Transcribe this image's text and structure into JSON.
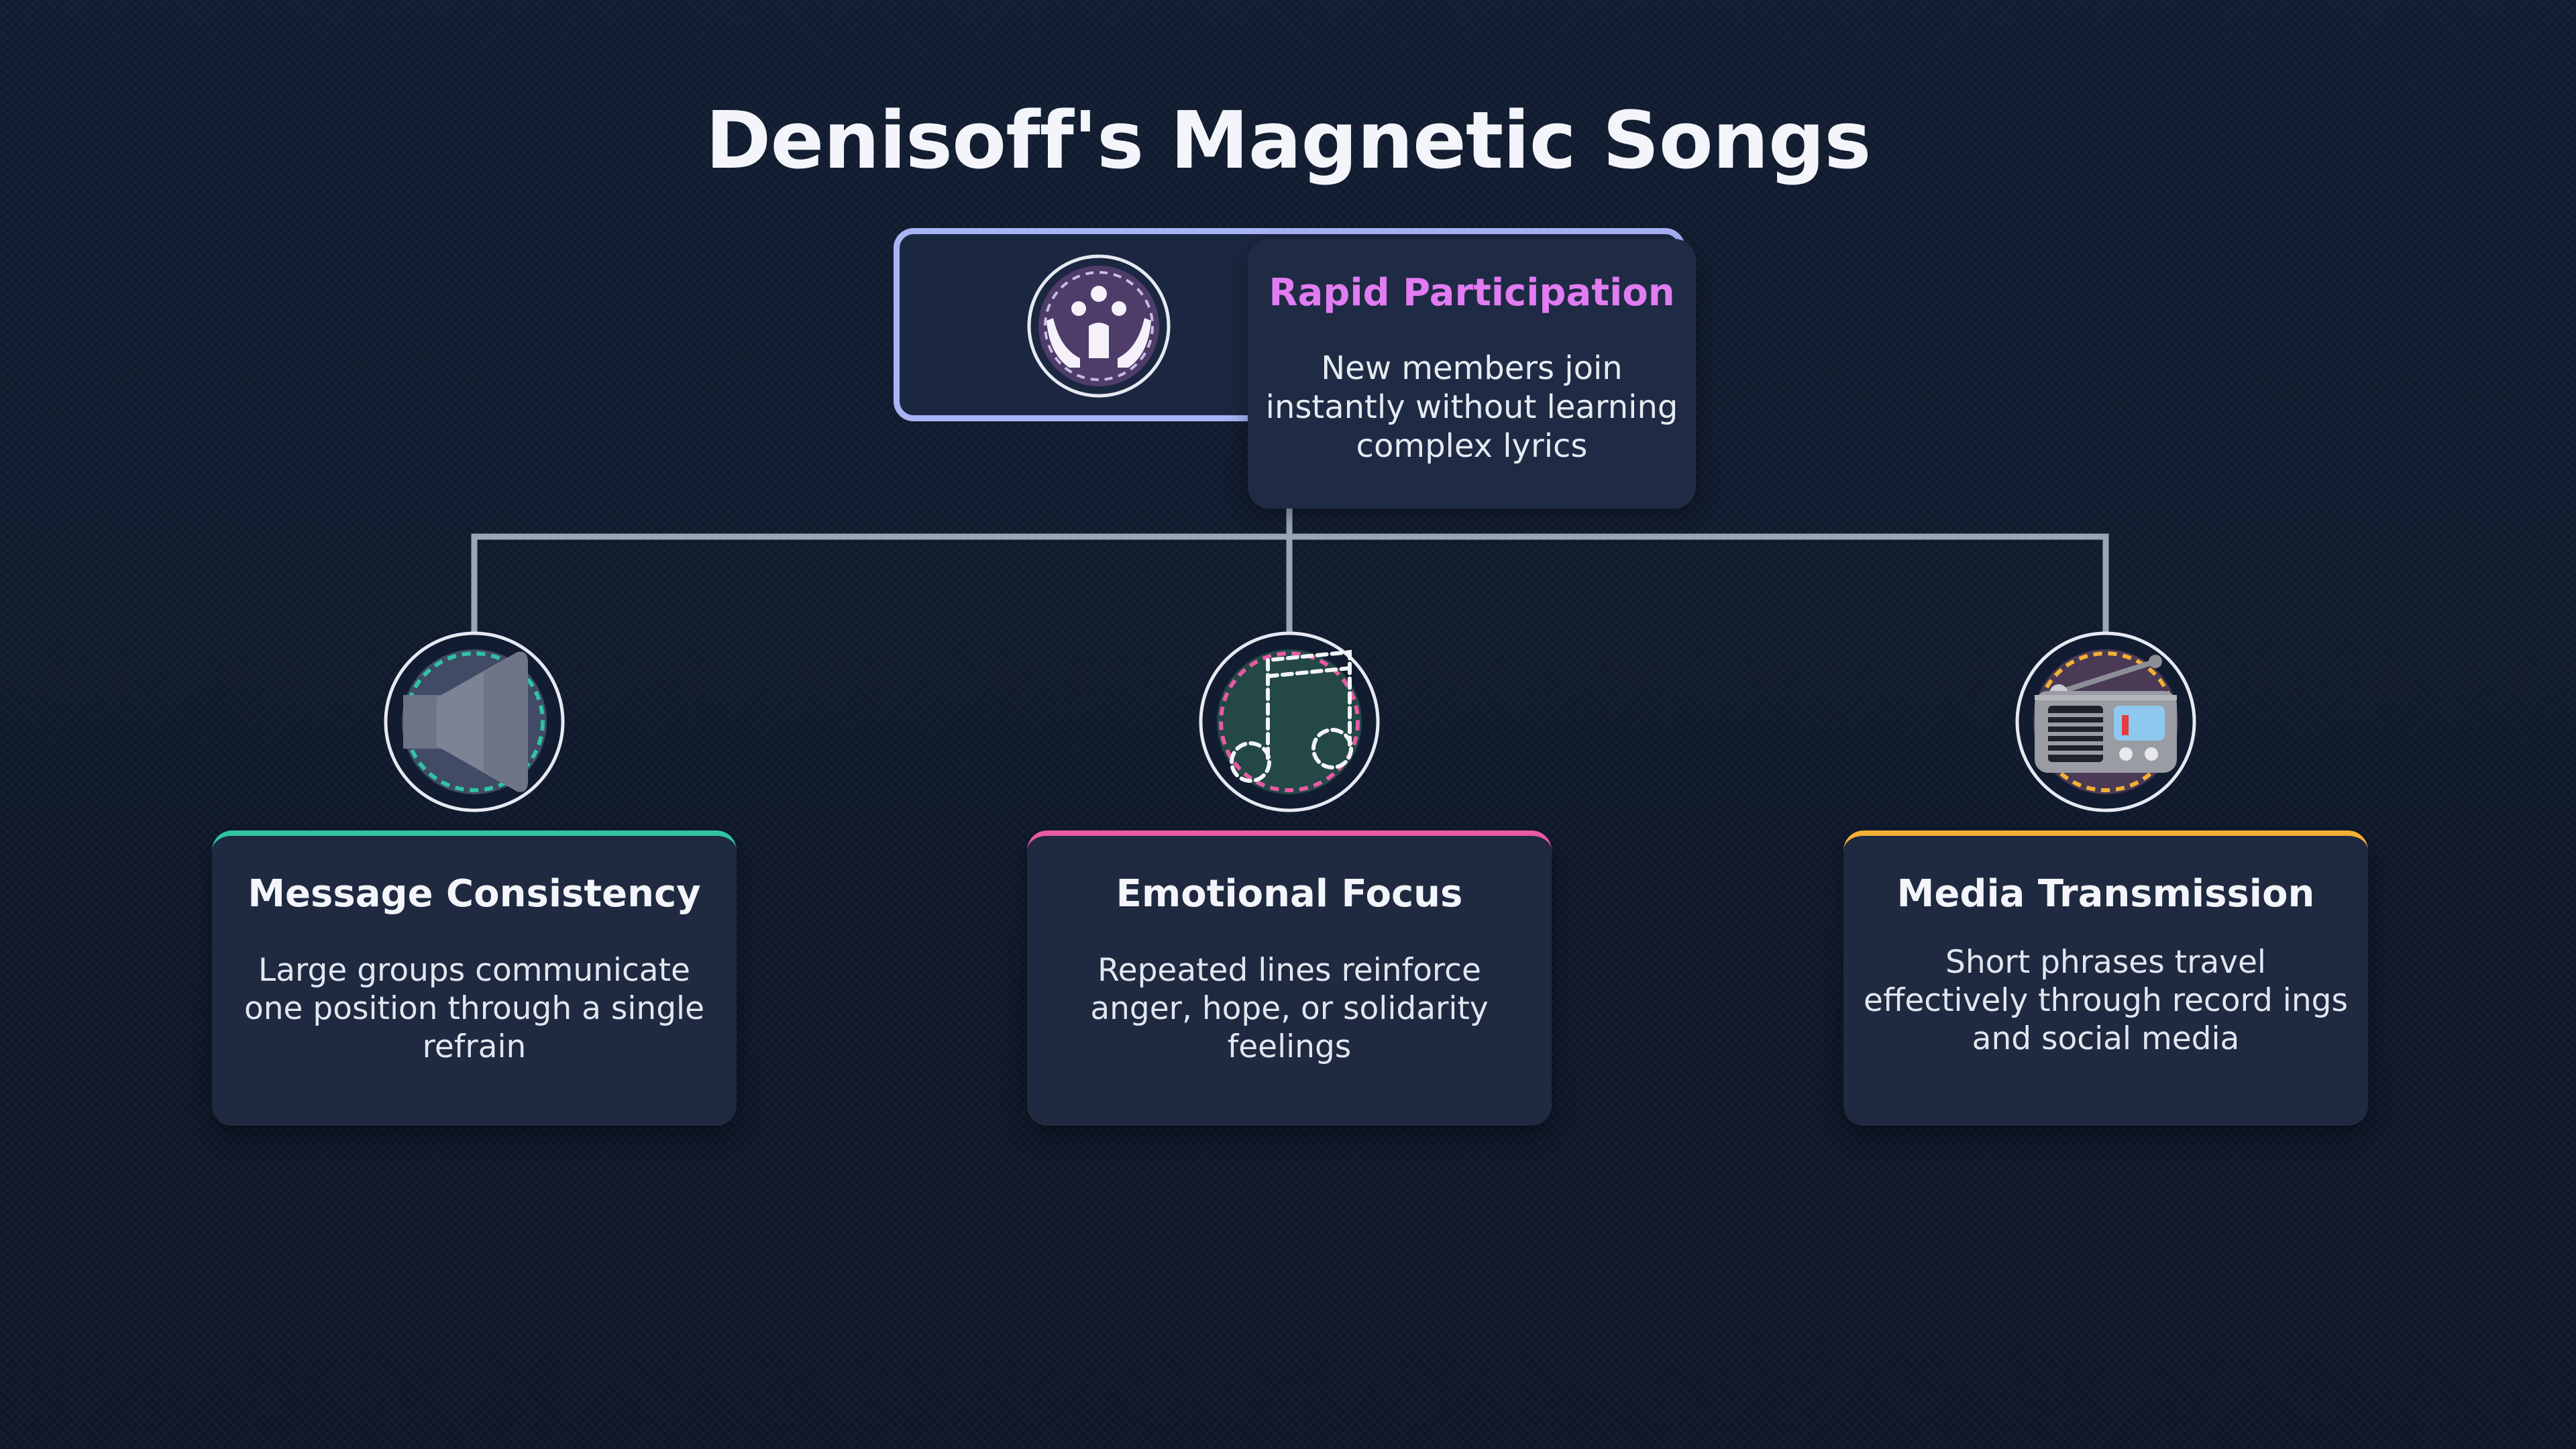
{
  "title": "Denisoff's Magnetic Songs",
  "root": {
    "heading": "Rapid Participation",
    "description": "New members join instantly without learning complex lyrics",
    "icon": "people-raising-hands-icon",
    "heading_color": "#e27cf2",
    "border_color": "#a9b4f7"
  },
  "children": [
    {
      "heading": "Message Consistency",
      "description": "Large groups communicate one position through a single refrain",
      "icon": "speaker-icon",
      "accent": "#2ec4a4"
    },
    {
      "heading": "Emotional Focus",
      "description": "Repeated lines reinforce anger, hope, or solidarity feelings",
      "icon": "music-note-icon",
      "accent": "#e95aa3"
    },
    {
      "heading": "Media Transmission",
      "description": "Short phrases travel effectively through record ings and social media",
      "icon": "radio-icon",
      "accent": "#f2b134"
    }
  ]
}
